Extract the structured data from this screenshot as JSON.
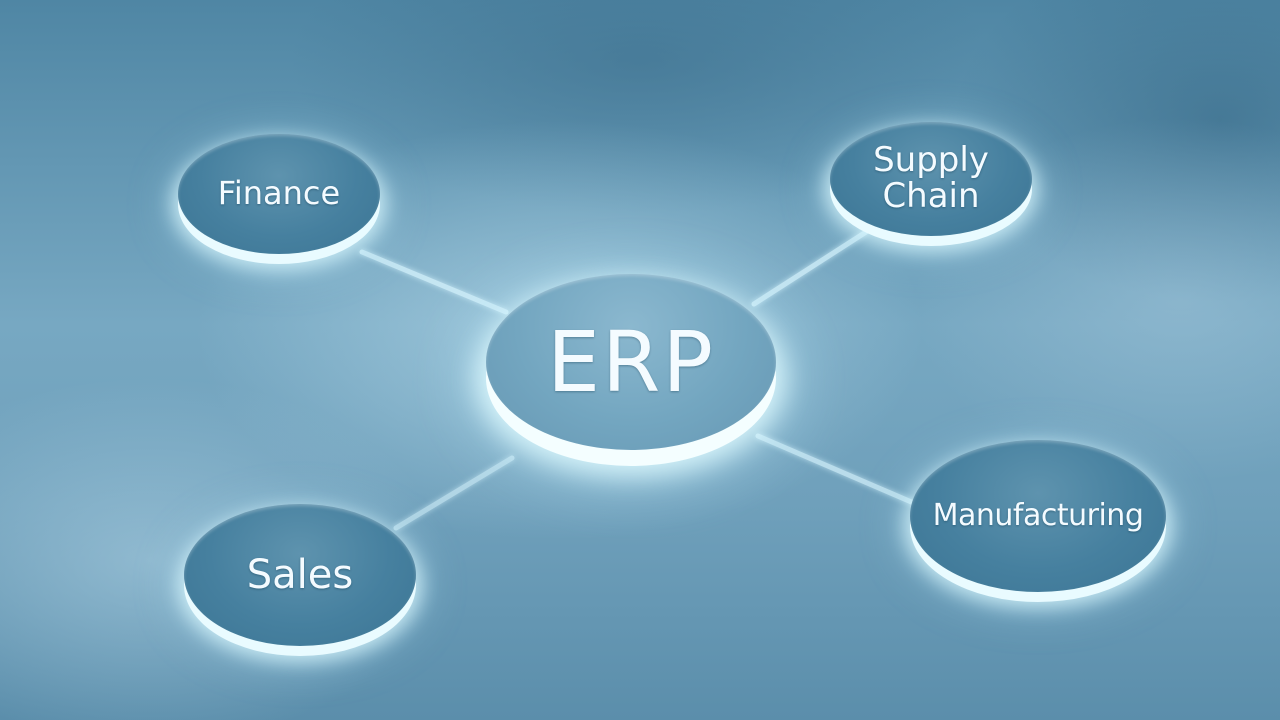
{
  "diagram": {
    "center": {
      "label": "ERP"
    },
    "modules": [
      {
        "id": "finance",
        "label": "Finance"
      },
      {
        "id": "supply",
        "label": "Supply Chain"
      },
      {
        "id": "sales",
        "label": "Sales"
      },
      {
        "id": "manufacturing",
        "label": "Manufacturing"
      }
    ],
    "colors": {
      "background": "#6f9fb9",
      "disk_face": "#46809f",
      "hub_face": "#73a6c0",
      "glow": "#e9fbff",
      "text": "#f4fbff"
    }
  }
}
